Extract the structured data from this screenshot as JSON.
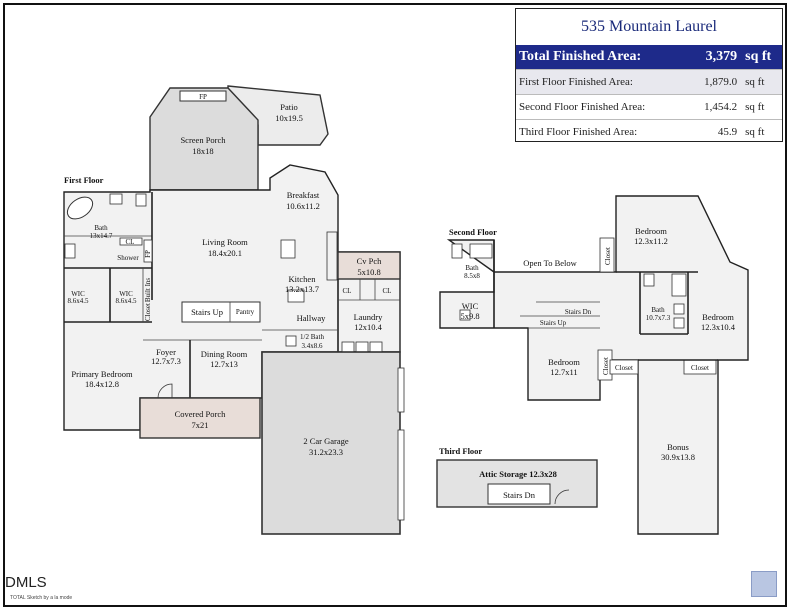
{
  "area": {
    "title": "535 Mountain Laurel",
    "total_label": "Total Finished Area:",
    "total_value": "3,379",
    "total_unit": "sq ft",
    "rows": [
      {
        "label": "First Floor Finished Area:",
        "value": "1,879.0",
        "unit": "sq ft"
      },
      {
        "label": "Second Floor Finished Area:",
        "value": "1,454.2",
        "unit": "sq ft"
      },
      {
        "label": "Third Floor Finished Area:",
        "value": "45.9",
        "unit": "sq ft"
      }
    ]
  },
  "floors": {
    "first": "First Floor",
    "second": "Second Floor",
    "third": "Third Floor"
  },
  "rooms1": {
    "fp_top": "FP",
    "patio": "Patio",
    "patio_dim": "10x19.5",
    "screen": "Screen Porch",
    "screen_dim": "18x18",
    "breakfast": "Breakfast",
    "breakfast_dim": "10.6x11.2",
    "bath": "Bath",
    "bath_dim": "13x14.7",
    "cl": "CL",
    "shower": "Shower",
    "fp": "FP",
    "living": "Living Room",
    "living_dim": "18.4x20.1",
    "cvpch": "Cv Pch",
    "cvpch_dim": "5x10.8",
    "kitchen": "Kitchen",
    "kitchen_dim": "13.2x13.7",
    "cl2": "CL",
    "cl3": "CL",
    "wic1": "WIC",
    "wic1_dim": "8.6x4.5",
    "wic2": "WIC",
    "wic2_dim": "8.6x4.5",
    "built_ins": "Built Ins",
    "closet": "Closet",
    "stairs_up": "Stairs Up",
    "pantry": "Pantry",
    "hallway": "Hallway",
    "laundry": "Laundry",
    "laundry_dim": "12x10.4",
    "half_bath": "1/2 Bath",
    "half_bath_dim": "3.4x8.6",
    "foyer": "Foyer",
    "foyer_dim": "12.7x7.3",
    "dining": "Dining Room",
    "dining_dim": "12.7x13",
    "primary": "Primary Bedroom",
    "primary_dim": "18.4x12.8",
    "covered": "Covered Porch",
    "covered_dim": "7x21",
    "garage": "2 Car Garage",
    "garage_dim": "31.2x23.3"
  },
  "rooms2": {
    "bedroom1": "Bedroom",
    "bedroom1_dim": "12.3x11.2",
    "closet1": "Closet",
    "bath1": "Bath",
    "bath1_dim": "8.5x8",
    "open_below": "Open To Below",
    "wic": "WIC",
    "wic_dim": "5x9.8",
    "stairs_dn": "Stairs Dn",
    "stairs_up": "Stairs Up",
    "bath2": "Bath",
    "bath2_dim": "10.7x7.3",
    "bedroom2": "Bedroom",
    "bedroom2_dim": "12.3x10.4",
    "bedroom3": "Bedroom",
    "bedroom3_dim": "12.7x11",
    "closet2": "Closet",
    "closet3": "Closet",
    "closet4": "Closet",
    "bonus": "Bonus",
    "bonus_dim": "30.9x13.8"
  },
  "rooms3": {
    "attic": "Attic Storage 12.3x28",
    "stairs_dn": "Stairs Dn"
  },
  "branding": {
    "logo": "DMLS",
    "sub": "TOTAL Sketch by a la mode"
  },
  "colors": {
    "header_blue": "#1e2a8a",
    "title_blue": "#1a2a7a",
    "porch_tint": "#e8ddd8",
    "garage_gray": "#dcdcdc"
  }
}
